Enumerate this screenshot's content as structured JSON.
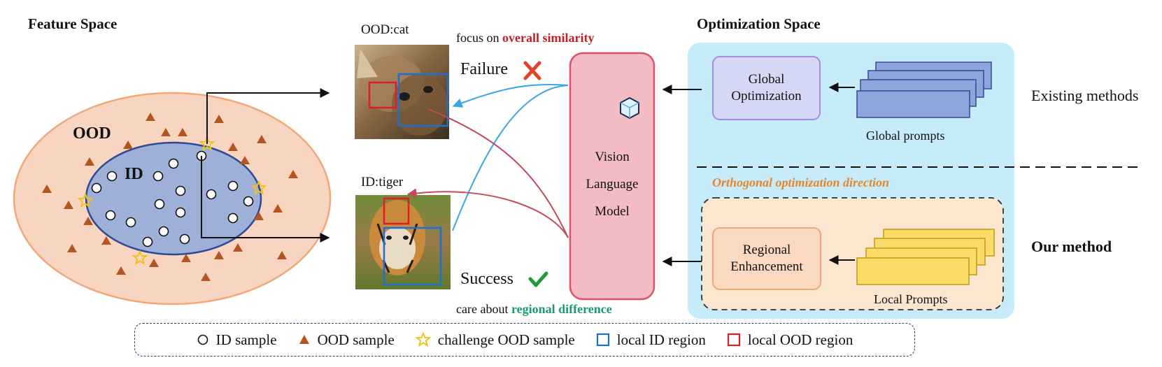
{
  "feature_space": {
    "title": "Feature Space",
    "ood_label": "OOD",
    "id_label": "ID"
  },
  "images": {
    "cat_label": "OOD:cat",
    "tiger_label": "ID:tiger"
  },
  "annotations": {
    "focus_prefix": "focus on ",
    "focus_emph": "overall similarity",
    "care_prefix": "care about ",
    "care_emph": "regional difference",
    "failure": "Failure",
    "success": "Success"
  },
  "vlm": {
    "line1": "Vision",
    "line2": "Language",
    "line3": "Model"
  },
  "optimization": {
    "title": "Optimization Space",
    "global_box_line1": "Global",
    "global_box_line2": "Optimization",
    "global_prompts": "Global prompts",
    "existing_methods": "Existing methods",
    "orthogonal": "Orthogonal optimization direction",
    "regional_box_line1": "Regional",
    "regional_box_line2": "Enhancement",
    "local_prompts": "Local Prompts",
    "our_method": "Our method"
  },
  "legend": {
    "id_sample": "ID sample",
    "ood_sample": "OOD sample",
    "challenge": "challenge OOD sample",
    "local_id": "local ID region",
    "local_ood": "local OOD region"
  },
  "colors": {
    "ood_fill": "#f8d5c0",
    "ood_stroke": "#f0a878",
    "id_fill": "#9fb0d8",
    "id_stroke": "#2e4a96",
    "triangle": "#b4541f",
    "star": "#f2c21c",
    "vlm_fill": "#f2bcc2",
    "vlm_stroke": "#e0506a",
    "opt_bg": "#c6ecfa",
    "global_fill": "#d4d8f5",
    "global_stroke": "#a78bdc",
    "prompt_blue": "#8ea6dc",
    "prompt_yellow": "#fbdc6a",
    "regional_fill": "#fbd9c0",
    "our_bg": "#fbe6cf",
    "red_text": "#c01f27",
    "green_text": "#1f9a6d",
    "orange_text": "#e8852a",
    "blue_arrow": "#3aa6e6",
    "red_arrow": "#c44a5a"
  }
}
